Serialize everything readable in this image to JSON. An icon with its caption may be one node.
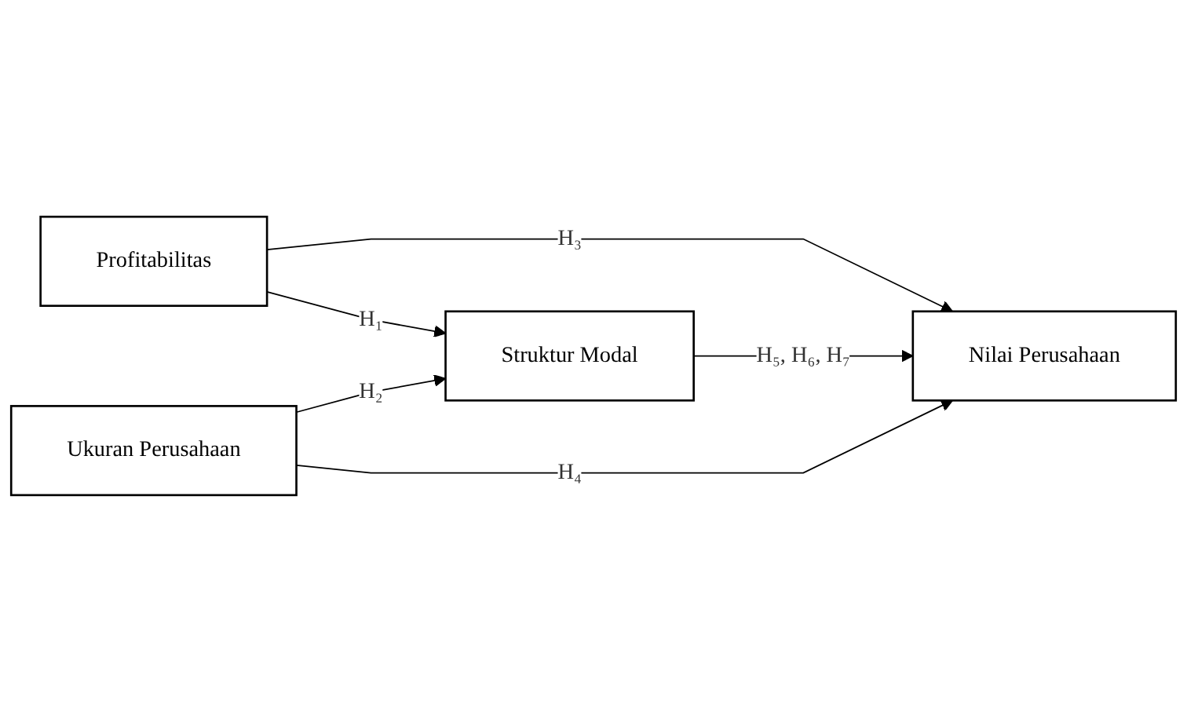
{
  "diagram": {
    "nodes": [
      {
        "text": [
          "Profitabilitas"
        ]
      },
      {
        "text": [
          "Struktur Modal"
        ]
      },
      {
        "text": [
          "Nilai Perusahaan"
        ]
      },
      {
        "text": [
          "Ukuran Perusahaan"
        ]
      }
    ],
    "edges": [
      {
        "from": 0,
        "to": 2,
        "arrow": "to",
        "label": "H₃"
      },
      {
        "from": 0,
        "to": 1,
        "arrow": "to",
        "label": "H₁"
      },
      {
        "from": 1,
        "to": 2,
        "arrow": "to",
        "label": "H₅, H₆, H₇"
      },
      {
        "from": 3,
        "to": 1,
        "arrow": "to",
        "label": "H₂"
      },
      {
        "from": 3,
        "to": 2,
        "arrow": "to",
        "label": "H₄"
      }
    ]
  }
}
